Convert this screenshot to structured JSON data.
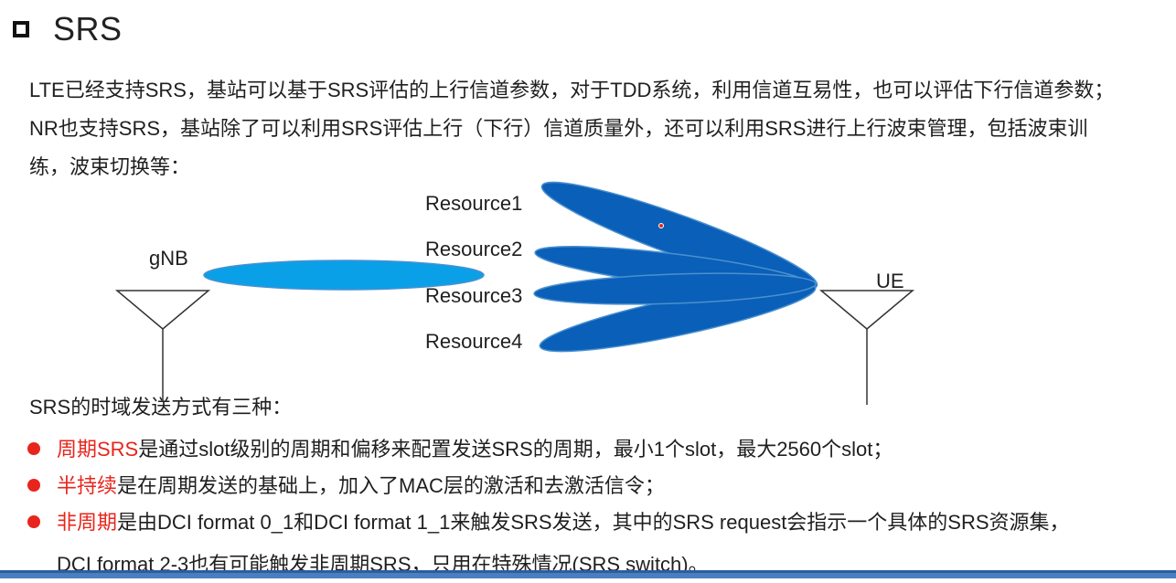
{
  "title": "SRS",
  "intro": {
    "line1": "LTE已经支持SRS，基站可以基于SRS评估的上行信道参数，对于TDD系统，利用信道互易性，也可以评估下行信道参数；",
    "line2": "NR也支持SRS，基站除了可以利用SRS评估上行（下行）信道质量外，还可以利用SRS进行上行波束管理，包括波束训",
    "line3": "练，波束切换等："
  },
  "diagram": {
    "gnb_label": "gNB",
    "ue_label": "UE",
    "resources": [
      "Resource1",
      "Resource2",
      "Resource3",
      "Resource4"
    ],
    "colors": {
      "gnb_beam": "#0aa0e8",
      "ue_beam": "#0a5fb8",
      "beam_outline": "#4a90d0",
      "marker": "#e8251c"
    }
  },
  "types_heading": "SRS的时域发送方式有三种：",
  "types": [
    {
      "highlight": "周期SRS",
      "text": "是通过slot级别的周期和偏移来配置发送SRS的周期，最小1个slot，最大2560个slot；"
    },
    {
      "highlight": "半持续",
      "text": "是在周期发送的基础上，加入了MAC层的激活和去激活信令；"
    },
    {
      "highlight": "非周期",
      "text": "是由DCI format 0_1和DCI format 1_1来触发SRS发送，其中的SRS request会指示一个具体的SRS资源集，"
    }
  ],
  "continuation": "DCI format 2-3也有可能触发非周期SRS，只用在特殊情况(SRS switch)。",
  "highlight_color": "#e8251c"
}
